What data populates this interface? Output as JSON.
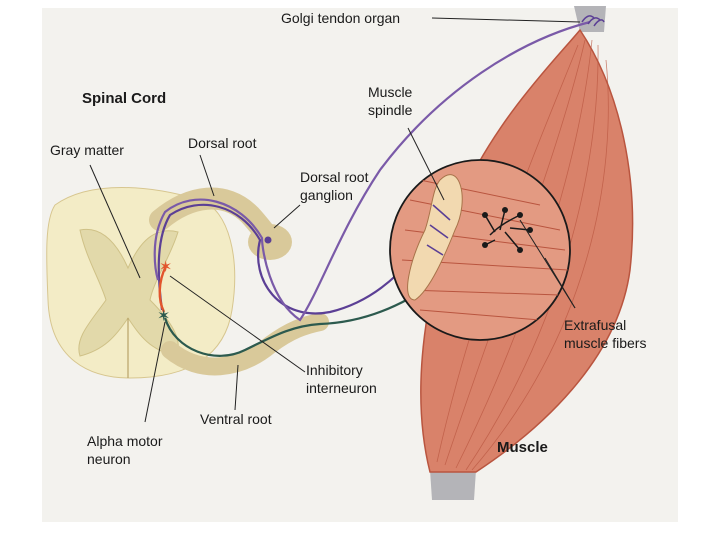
{
  "title": "Spinal Cord",
  "labels": {
    "golgi": "Golgi tendon organ",
    "spindle_1": "Muscle",
    "spindle_2": "spindle",
    "gray_matter": "Gray matter",
    "dorsal_root": "Dorsal root",
    "drg_1": "Dorsal root",
    "drg_2": "ganglion",
    "extrafusal_1": "Extrafusal",
    "extrafusal_2": "muscle fibers",
    "inhib_1": "Inhibitory",
    "inhib_2": "interneuron",
    "ventral_root": "Ventral root",
    "alpha_1": "Alpha motor",
    "alpha_2": "neuron",
    "muscle": "Muscle"
  },
  "colors": {
    "page_bg": "#f3f2ee",
    "spinal_cord": "#f3ecc6",
    "gray_matter": "#e2d9aa",
    "root_nerve": "#d9c99a",
    "muscle": "#d9826a",
    "muscle_dark": "#b9553f",
    "tendon": "#b4b4b8",
    "sensory_axon": "#5b3f95",
    "motor_axon": "#2c5a4e",
    "interneuron": "#e2552d"
  }
}
